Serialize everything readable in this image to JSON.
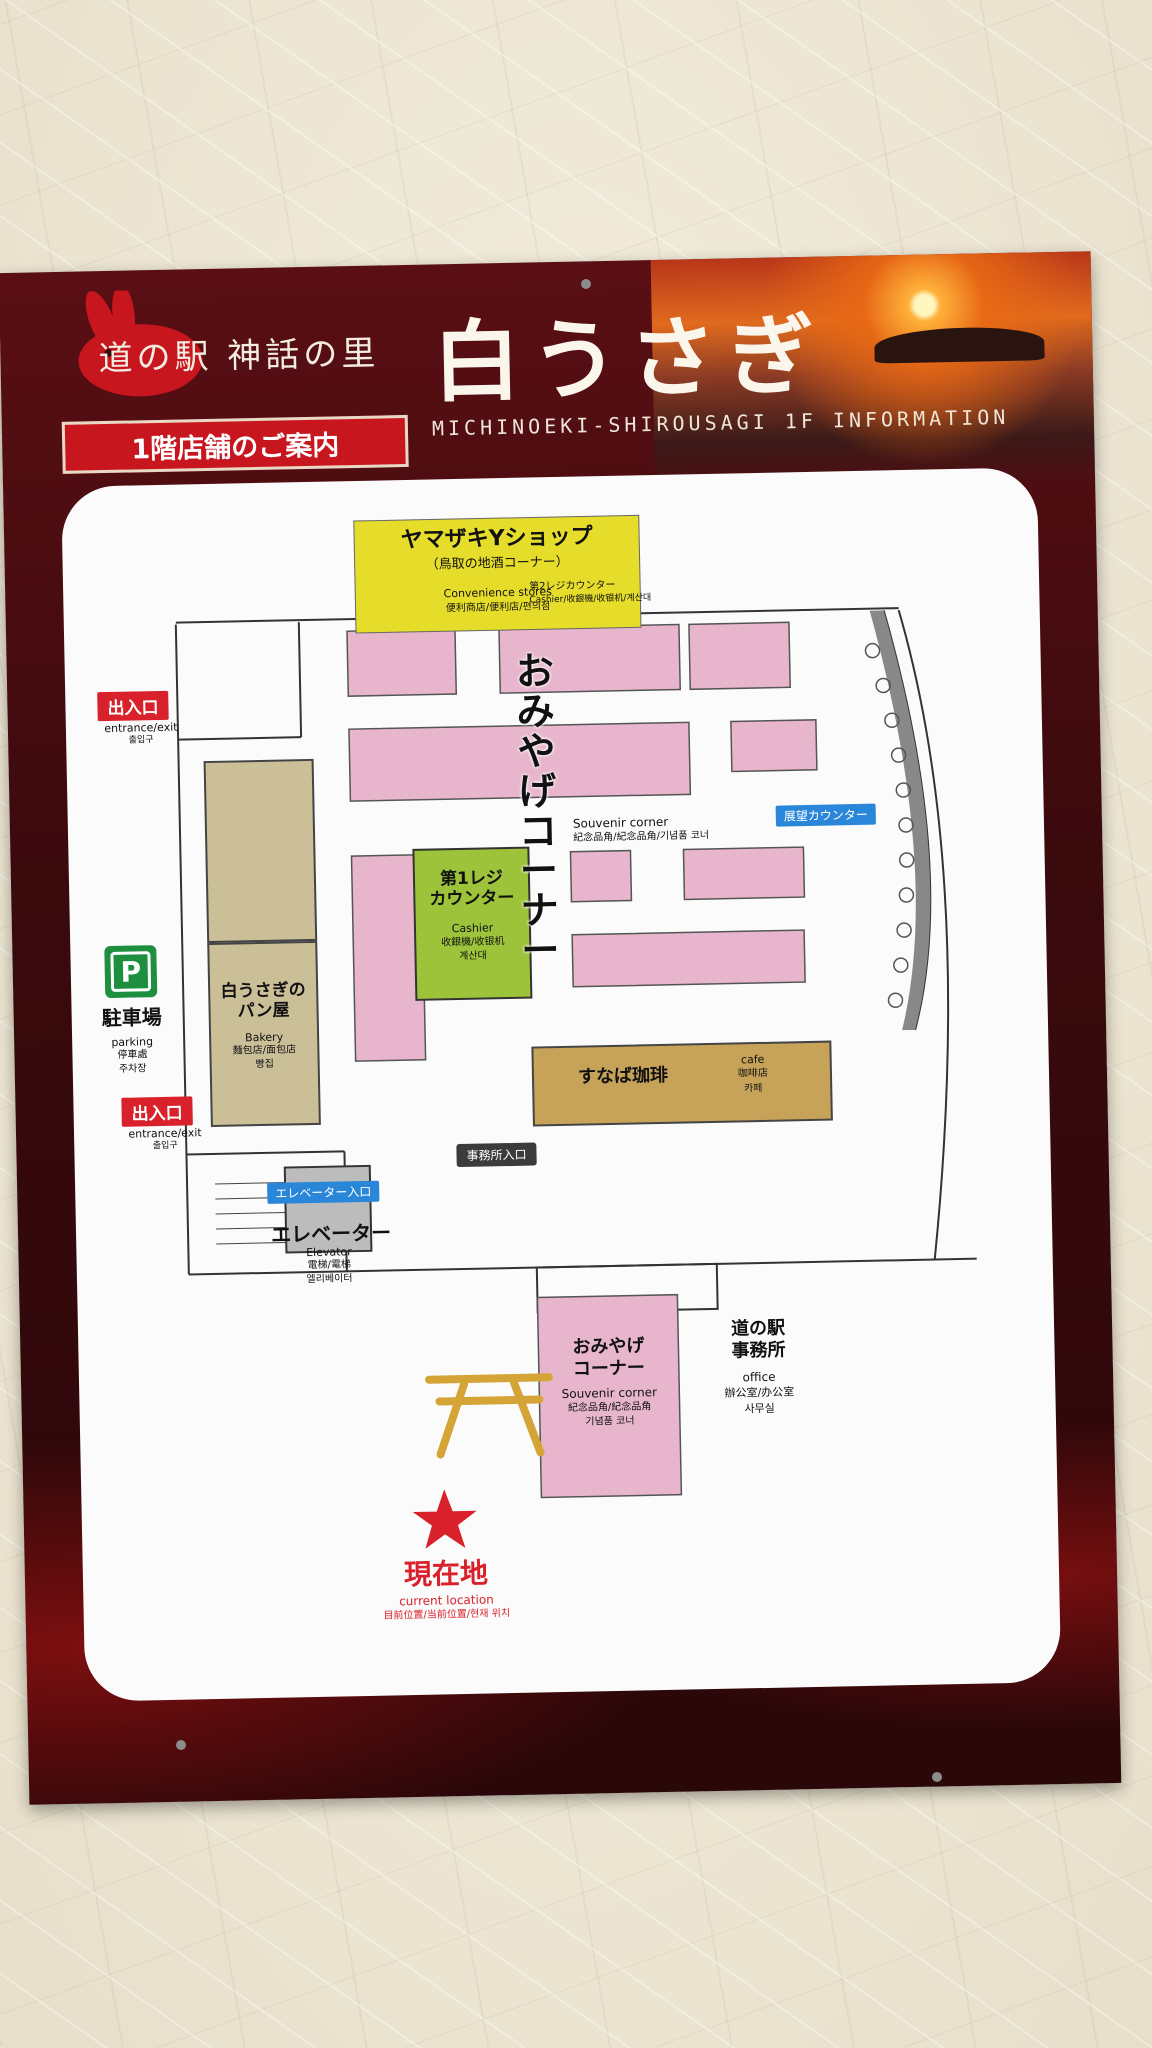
{
  "header": {
    "brand_prefix": "道の駅 神話の里",
    "brand_name": "白うさぎ",
    "title": "1階店舗のご案内",
    "subtitle": "MICHINOEKI-SHIROUSAGI 1F INFORMATION"
  },
  "colors": {
    "poster_red": "#5a0f14",
    "accent_red": "#c8161f",
    "souvenir_pink": "#e7b6cc",
    "convenience_yellow": "#e6dd2a",
    "cashier_green": "#9cc33a",
    "bakery_tan": "#cbbf98",
    "cafe_gold": "#c7a35a",
    "parking_green": "#1e8f3e",
    "info_blue": "#2a86d8"
  },
  "map": {
    "convenience": {
      "title": "ヤマザキYショップ",
      "sub": "（鳥取の地酒コーナー）",
      "en": "Convenience stores",
      "multi": "便利商店/便利店/편의점"
    },
    "cashier2": {
      "ja": "第2レジカウンター",
      "multi": "Cashier/收銀機/收银机/계산대"
    },
    "souvenir_main": {
      "title": "おみやげコーナー",
      "en": "Souvenir corner",
      "multi": "紀念品角/紀念品角/기념품 코너"
    },
    "observation_counter": "展望カウンター",
    "cashier1": {
      "title": "第1レジ\nカウンター",
      "en": "Cashier",
      "multi1": "收銀機/收银机",
      "multi2": "계산대"
    },
    "entrance_top": {
      "ja": "出入口",
      "en": "entrance/exit",
      "ko": "출입구"
    },
    "entrance_bottom": {
      "ja": "出入口",
      "en": "entrance/exit",
      "ko": "출입구"
    },
    "bakery": {
      "title": "白うさぎの\nパン屋",
      "en": "Bakery",
      "multi1": "麵包店/面包店",
      "ko": "빵집"
    },
    "parking": {
      "icon": "parking-icon",
      "symbol": "P",
      "ja": "駐車場",
      "en": "parking",
      "multi1": "停車處",
      "ko": "주차장"
    },
    "cafe": {
      "title": "すなば珈琲",
      "en": "cafe",
      "multi": "咖啡店",
      "ko": "카페"
    },
    "office_entrance": "事務所入口",
    "elevator_tag": "エレベーター入口",
    "elevator": {
      "title": "エレベーター",
      "en": "Elevator",
      "multi": "電梯/電梯",
      "ko": "엘리베이터"
    },
    "souvenir_lower": {
      "title": "おみやげ\nコーナー",
      "en": "Souvenir corner",
      "multi": "紀念品角/紀念品角",
      "ko": "기념품 코너"
    },
    "office": {
      "title": "道の駅\n事務所",
      "en": "office",
      "multi": "辦公室/办公室",
      "ko": "사무실"
    },
    "current_location": {
      "ja": "現在地",
      "en": "current location",
      "multi": "目前位置/当前位置/현재 위치",
      "icon": "star-icon"
    }
  }
}
